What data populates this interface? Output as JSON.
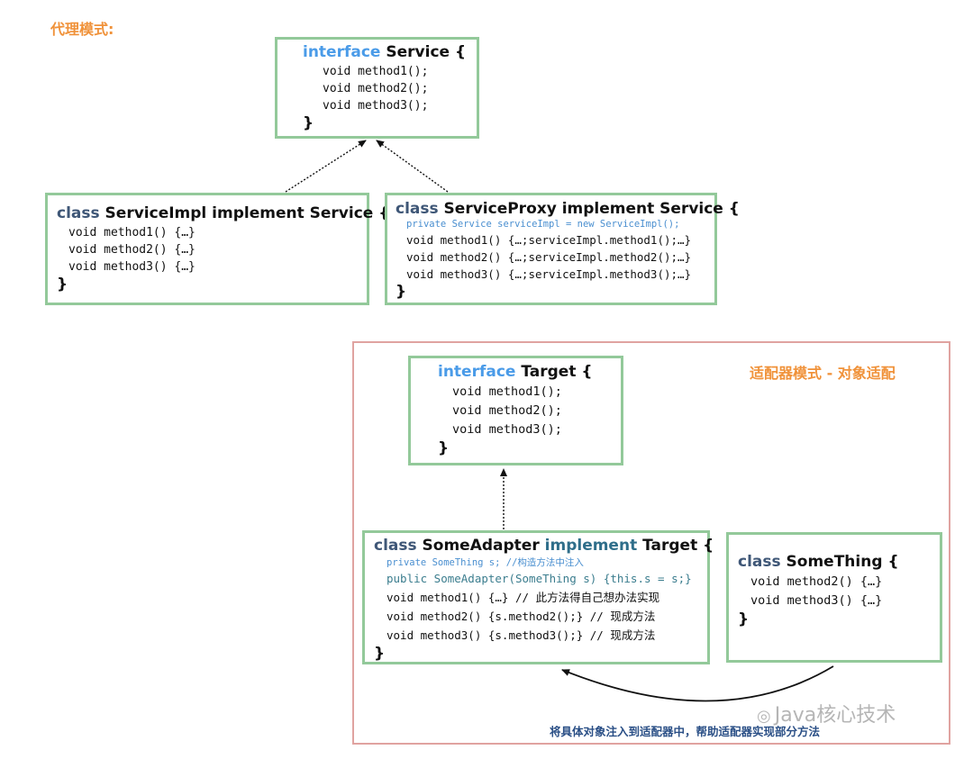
{
  "proxy_section": {
    "title": "代理模式:"
  },
  "service_interface": {
    "kw": "interface",
    "name": "Service",
    "brace_open": "{",
    "lines": [
      "void method1();",
      "void method2();",
      "void method3();"
    ],
    "brace_close": "}"
  },
  "service_impl": {
    "kw": "class",
    "name": "ServiceImpl implement Service",
    "brace_open": "{",
    "lines": [
      "void method1() {…}",
      "void method2() {…}",
      "void method3() {…}"
    ],
    "brace_close": "}"
  },
  "service_proxy": {
    "kw": "class",
    "name": "ServiceProxy implement Service",
    "brace_open": "{",
    "field": "private Service serviceImpl = new ServiceImpl();",
    "lines": [
      "void method1() {…;serviceImpl.method1();…}",
      "void method2() {…;serviceImpl.method2();…}",
      "void method3() {…;serviceImpl.method3();…}"
    ],
    "brace_close": "}"
  },
  "adapter_section": {
    "title": "适配器模式 - 对象适配"
  },
  "target_interface": {
    "kw": "interface",
    "name": "Target",
    "brace_open": "{",
    "lines": [
      "void method1();",
      "void method2();",
      "void method3();"
    ],
    "brace_close": "}"
  },
  "some_adapter": {
    "kw": "class",
    "name": "SomeAdapter",
    "implement_kw": "implement",
    "target": "Target",
    "brace_open": "{",
    "field": "private SomeThing s; //构造方法中注入",
    "ctor": "public SomeAdapter(SomeThing s) {this.s = s;}",
    "lines": [
      "void method1() {…} // 此方法得自己想办法实现",
      "void method2() {s.method2();} // 现成方法",
      "void method3() {s.method3();} // 现成方法"
    ],
    "brace_close": "}"
  },
  "some_thing": {
    "kw": "class",
    "name": "SomeThing",
    "brace_open": "{",
    "lines": [
      "void method2() {…}",
      "void method3() {…}"
    ],
    "brace_close": "}"
  },
  "caption": "将具体对象注入到适配器中，帮助适配器实现部分方法",
  "watermark": "Java核心技术",
  "colors": {
    "box_border": "#93c99a",
    "frame_border": "#e0a3a0",
    "section_title": "#f0923a",
    "interface_kw": "#4a9be8",
    "class_kw": "#3f5777",
    "caption": "#2a4f86"
  }
}
